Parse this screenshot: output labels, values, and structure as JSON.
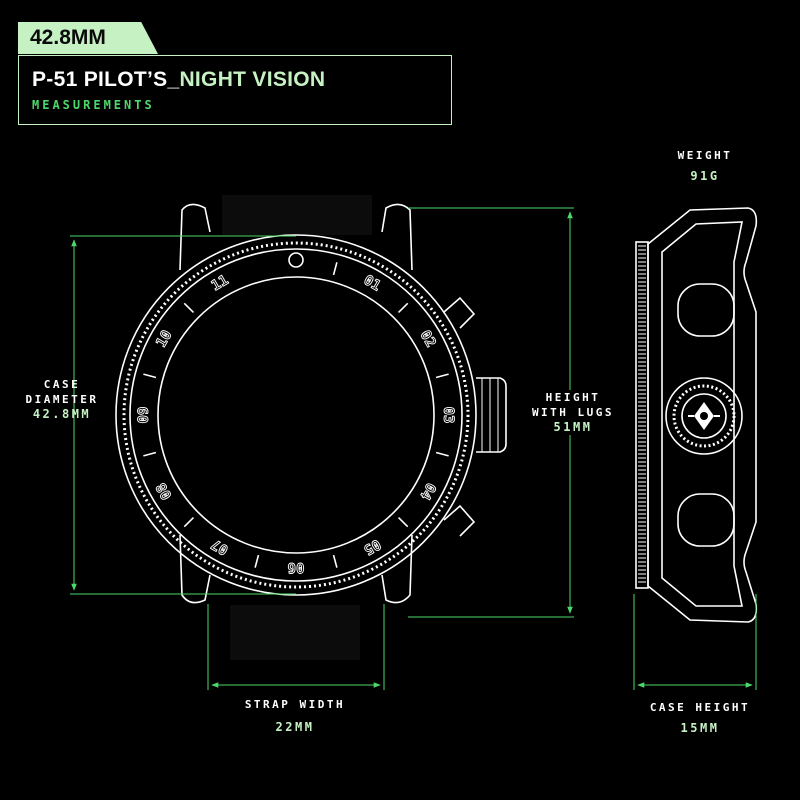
{
  "header": {
    "badge": "42.8MM",
    "title_main": "P-51 PILOT’S_",
    "title_accent": "NIGHT VISION",
    "subtitle": "MEASUREMENTS"
  },
  "dimensions": {
    "case_diameter": {
      "label_line1": "CASE",
      "label_line2": "DIAMETER",
      "value": "42.8MM"
    },
    "height_with_lugs": {
      "label_line1": "HEIGHT",
      "label_line2": "WITH LUGS",
      "value": "51MM"
    },
    "strap_width": {
      "label": "STRAP WIDTH",
      "value": "22MM"
    },
    "weight": {
      "label": "WEIGHT",
      "value": "91G"
    },
    "case_height": {
      "label": "CASE HEIGHT",
      "value": "15MM"
    }
  },
  "bezel": {
    "numerals": [
      "01",
      "02",
      "03",
      "04",
      "05",
      "06",
      "07",
      "08",
      "09",
      "10",
      "11"
    ]
  },
  "colors": {
    "accent_light": "#c6f2c3",
    "accent_green": "#4dd86a",
    "line": "#ffffff",
    "background": "#000000"
  }
}
